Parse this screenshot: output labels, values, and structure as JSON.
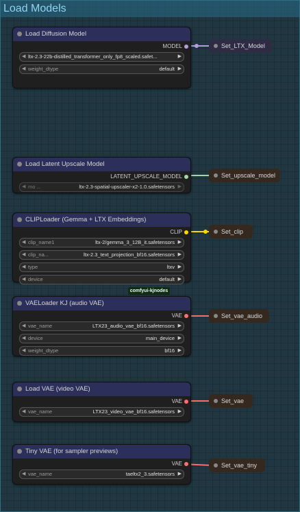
{
  "group": {
    "title": "Load Models"
  },
  "nodes": {
    "diffusion": {
      "title": "Load Diffusion Model",
      "output": "MODEL",
      "widgets": [
        {
          "name": "",
          "value": "ltx-2.3-22b-distilled_transformer_only_fp8_scaled.safet..."
        },
        {
          "name": "weight_dtype",
          "value": "default"
        }
      ]
    },
    "upscale": {
      "title": "Load Latent Upscale Model",
      "output": "LATENT_UPSCALE_MODEL",
      "widgets": [
        {
          "name": "mo ...",
          "value": "ltx-2.3-spatial-upscaler-x2-1.0.safetensors"
        }
      ]
    },
    "clip": {
      "title": "CLIPLoader (Gemma + LTX Embeddings)",
      "output": "CLIP",
      "widgets": [
        {
          "name": "clip_name1",
          "value": "ltx-2/gemma_3_12B_it.safetensors"
        },
        {
          "name": "clip_na...",
          "value": "ltx-2.3_text_projection_bf16.safetensors"
        },
        {
          "name": "type",
          "value": "ltxv"
        },
        {
          "name": "device",
          "value": "default"
        }
      ]
    },
    "vae_audio": {
      "title": "VAELoader KJ (audio VAE)",
      "output": "VAE",
      "widgets": [
        {
          "name": "vae_name",
          "value": "LTX23_audio_vae_bf16.safetensors"
        },
        {
          "name": "device",
          "value": "main_device"
        },
        {
          "name": "weight_dtype",
          "value": "bf16"
        }
      ]
    },
    "vae_video": {
      "title": "Load VAE (video VAE)",
      "output": "VAE",
      "widgets": [
        {
          "name": "vae_name",
          "value": "LTX23_video_vae_bf16.safetensors"
        }
      ]
    },
    "vae_tiny": {
      "title": "Tiny VAE (for sampler previews)",
      "output": "VAE",
      "widgets": [
        {
          "name": "vae_name",
          "value": "taeltx2_3.safetensors"
        }
      ]
    }
  },
  "set_nodes": {
    "ltx_model": "Set_LTX_Model",
    "upscale_model": "Set_upscale_model",
    "clip": "Set_clip",
    "vae_audio": "Set_vae_audio",
    "vae": "Set_vae",
    "vae_tiny": "Set_vae_tiny"
  },
  "badge": "comfyui-kjnodes",
  "colors": {
    "model": "#b39ddb",
    "latent_upscale": "#a5d6a7",
    "clip": "#ffd500",
    "vae": "#ff6e6e"
  }
}
